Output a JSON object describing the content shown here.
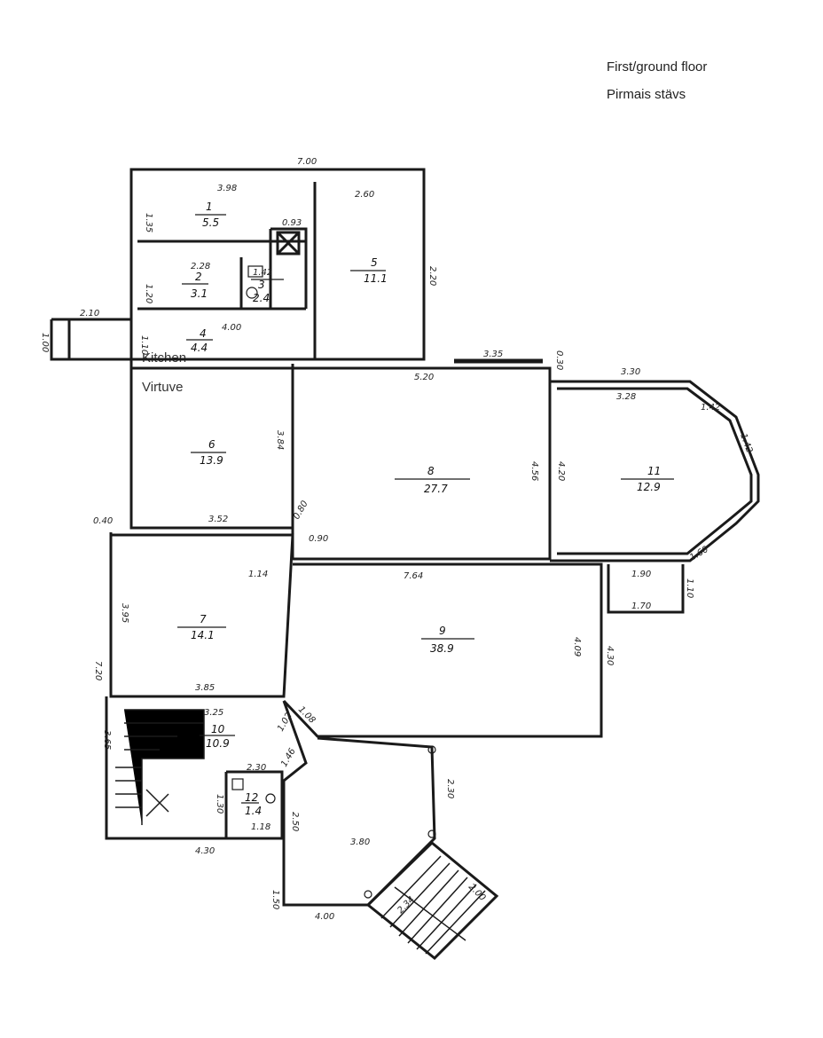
{
  "header": {
    "title_en": "First/ground floor",
    "title_lv": "Pirmais stävs"
  },
  "labels": {
    "kitchen_en": "Kitchen",
    "kitchen_lv": "Virtuve"
  },
  "rooms": [
    {
      "number": "1",
      "area": "5.5"
    },
    {
      "number": "2",
      "area": "3.1"
    },
    {
      "number": "3",
      "area": "2.4"
    },
    {
      "number": "4",
      "area": "4.4"
    },
    {
      "number": "5",
      "area": "11.1"
    },
    {
      "number": "6",
      "area": "13.9"
    },
    {
      "number": "7",
      "area": "14.1"
    },
    {
      "number": "8",
      "area": "27.7"
    },
    {
      "number": "9",
      "area": "38.9"
    },
    {
      "number": "10",
      "area": "10.9"
    },
    {
      "number": "11",
      "area": "12.9"
    },
    {
      "number": "12",
      "area": "1.4"
    }
  ],
  "dimensions": {
    "top_total": "7.00",
    "d_398": "3.98",
    "d_260": "2.60",
    "d_135": "1.35",
    "d_093": "0.93",
    "d_228": "2.28",
    "d_142": "1.42",
    "d_120": "1.20",
    "d_400": "4.00",
    "d_210": "2.10",
    "d_100": "1.00",
    "d_110": "1.10",
    "d_335": "3.35",
    "d_030": "0.30",
    "d_520": "5.20",
    "d_330": "3.30",
    "d_328": "3.28",
    "d_142b": "1.42",
    "d_142c": "1.42",
    "d_384": "3.84",
    "d_456": "4.56",
    "d_420": "4.20",
    "d_040": "0.40",
    "d_352": "3.52",
    "d_080": "0.80",
    "d_090": "0.90",
    "d_114": "1.14",
    "d_764": "7.64",
    "d_190": "1.90",
    "d_110b": "1.10",
    "d_170": "1.70",
    "d_160": "1.60",
    "d_395": "3.95",
    "d_720": "7.20",
    "d_409": "4.09",
    "d_430": "4.30",
    "d_385": "3.85",
    "d_325": "3.25",
    "d_108": "1.08",
    "d_102": "1.02",
    "d_146": "1.46",
    "d_130": "1.30",
    "d_230": "2.30",
    "d_118": "1.18",
    "d_250": "2.50",
    "d_380": "3.80",
    "d_230b": "2.30",
    "d_430b": "4.30",
    "d_150": "1.50",
    "d_400b": "4.00",
    "d_234": "2.34",
    "d_200": "2.00",
    "d_220": "2.20",
    "d_365": "3.65"
  }
}
